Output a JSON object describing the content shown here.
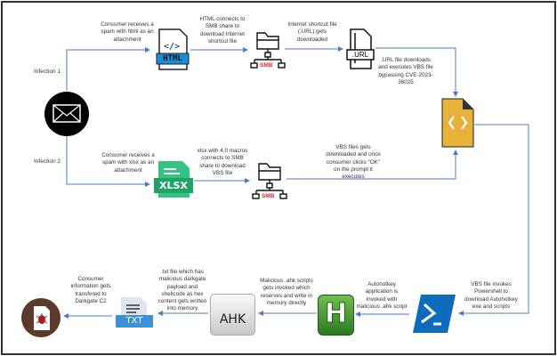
{
  "labels": {
    "infection1": "Infection 1",
    "infection2": "Infection 2"
  },
  "steps": {
    "spam_html": "Consumer receives a spam with html as an attachment",
    "html_smb": "HTML connects to SMB share to download Internet shortcut file",
    "url_download": "Internet shortcut file (.URL) gets downloaded",
    "url_exec": ".URL file downloads and executes VBS file bypassing CVE-2023-36025",
    "spam_xlsx": "Consumer receives a spam with xlsx as an attachment",
    "xlsx_smb": "xlsx with 4.0 macros connects to SMB share to download VBS file",
    "vbs_download": "VBS files gets downloaded and once consumer clicks \"OK\" on the prompt it executes",
    "vbs_powershell": "VBS file invokes Powershell to download Autohotkey exe and scripts",
    "autohotkey": "Autohotkey application is invoked with malicious .ahk script",
    "ahk_scripts": "Malicious .ahk scripts gets invoked which reserves and write in memory directly",
    "txt_file": ".txt file which has malicious darkgate payload and shellcode as hex content gets written into memory",
    "c2": "Consumer information gets transfered to Darkgate C2"
  },
  "icons": {
    "html": "HTML",
    "url": ".URL",
    "smb": "SMB",
    "xlsx": "XLSX",
    "ahk": "AHK",
    "txt": "TXT",
    "h": "H"
  },
  "colors": {
    "line": "#4a7cc9",
    "smb": "#e8202a",
    "xlsx": "#21a366",
    "vbs": "#e8b23a",
    "powershell": "#0f6cbd",
    "ahk_h": "#3f8f2f"
  }
}
